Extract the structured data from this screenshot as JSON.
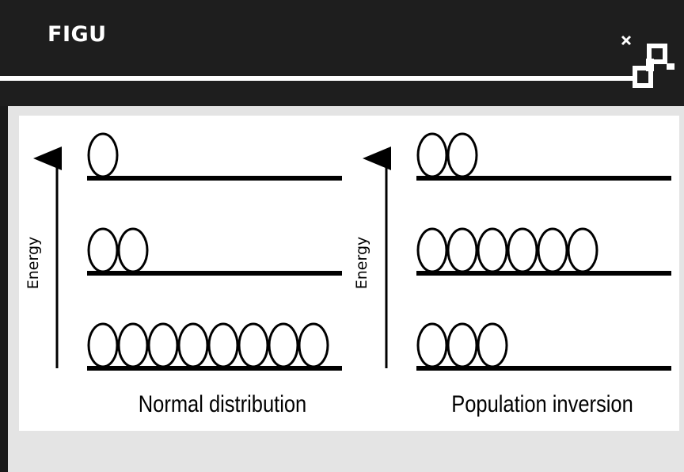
{
  "header": {
    "title": "FIGU",
    "colors": {
      "background": "#1e1e1e",
      "text": "#ffffff",
      "content_bg": "#e4e4e4"
    }
  },
  "diagram": {
    "left": {
      "axis_label": "Energy",
      "caption": "Normal distribution",
      "levels": [
        {
          "name": "upper",
          "particles": 1
        },
        {
          "name": "middle",
          "particles": 2
        },
        {
          "name": "lower",
          "particles": 8
        }
      ]
    },
    "right": {
      "axis_label": "Energy",
      "caption": "Population inversion",
      "levels": [
        {
          "name": "upper",
          "particles": 2
        },
        {
          "name": "middle",
          "particles": 6
        },
        {
          "name": "lower",
          "particles": 3
        }
      ]
    }
  },
  "icons": [
    "logo-icon"
  ]
}
